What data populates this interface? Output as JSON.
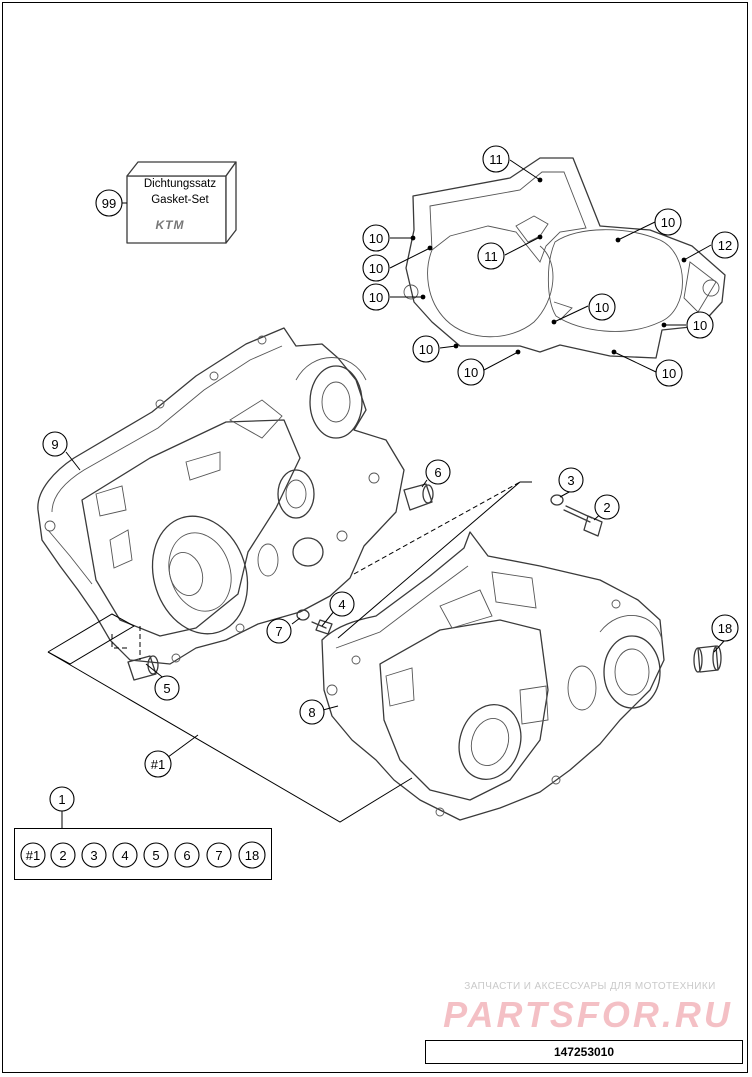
{
  "gasket_set": {
    "callout": "99",
    "label_de": "Dichtungssatz",
    "label_en": "Gasket-Set",
    "logo_text": "KTM"
  },
  "callouts": {
    "engine_case_assembly": "1",
    "screw": "2",
    "washer": "3",
    "screw_lower": "4",
    "dowel_sleeve_lower": "5",
    "dowel_sleeve_upper": "6",
    "washer_lower": "7",
    "case_half_right": "8",
    "case_half_left": "9",
    "gasket_screw": "10",
    "gasket_stud": "11",
    "gasket_clutch_cover": "12",
    "plug": "18",
    "case_pair": "#1"
  },
  "kit_contents": [
    "#1",
    "2",
    "3",
    "4",
    "5",
    "6",
    "7",
    "18"
  ],
  "watermark": {
    "subtitle": "ЗАПЧАСТИ И АКСЕССУАРЫ ДЛЯ МОТОТЕХНИКИ",
    "brand": "PARTSFOR.RU"
  },
  "drawing_number": "147253010"
}
